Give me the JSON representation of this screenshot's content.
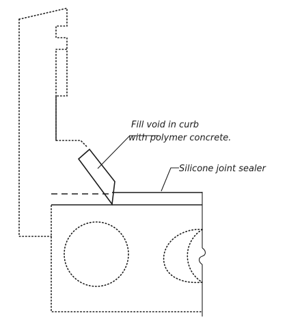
{
  "diagram": {
    "labels": {
      "fill_void_line1": "Fill void in curb",
      "fill_void_line2": "with polymer concrete.",
      "silicone_joint_sealer": "Silicone joint sealer"
    },
    "colors": {
      "ink": "#1a1a1a",
      "background": "#ffffff"
    }
  }
}
